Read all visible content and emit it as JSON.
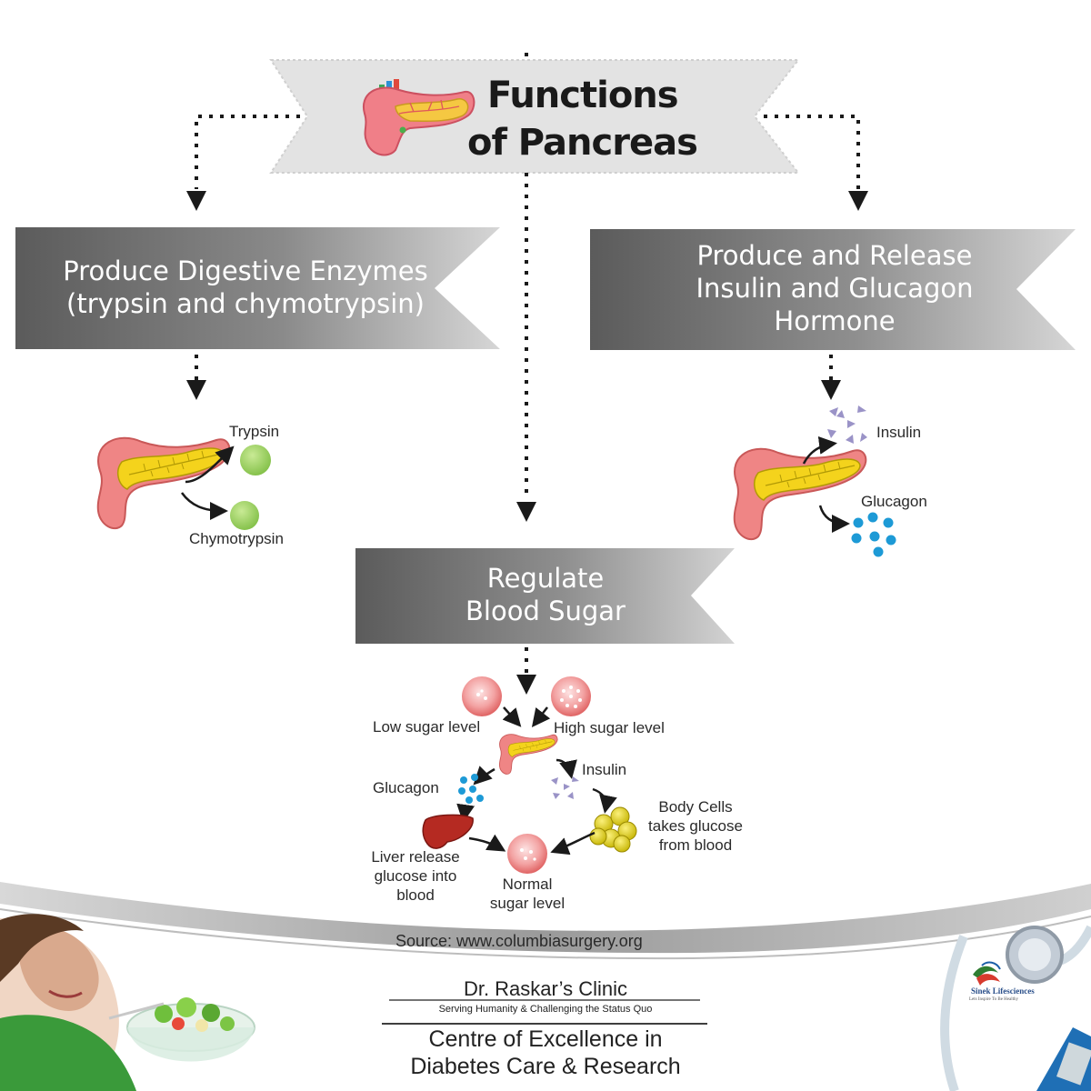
{
  "title": {
    "line1": "Functions",
    "line2": "of Pancreas"
  },
  "branches": {
    "left": {
      "line1": "Produce Digestive Enzymes",
      "line2": "(trypsin and chymotrypsin)"
    },
    "right": {
      "line1": "Produce and Release",
      "line2": "Insulin and Glucagon",
      "line3": "Hormone"
    },
    "center": {
      "line1": "Regulate",
      "line2": "Blood Sugar"
    }
  },
  "enzymes": {
    "a": "Trypsin",
    "b": "Chymotrypsin"
  },
  "hormones": {
    "a": "Insulin",
    "b": "Glucagon"
  },
  "cycle": {
    "low": "Low sugar level",
    "high": "High sugar level",
    "glucagon": "Glucagon",
    "insulin": "Insulin",
    "body_cells": [
      "Body Cells",
      "takes glucose",
      "from blood"
    ],
    "liver": [
      "Liver release",
      "glucose into",
      "blood"
    ],
    "normal": [
      "Normal",
      "sugar level"
    ]
  },
  "source": "Source: www.columbiasurgery.org",
  "footer": {
    "clinic": "Dr. Raskar’s Clinic",
    "tagline": "Serving Humanity & Challenging the Status Quo",
    "centre1": "Centre of Excellence in",
    "centre2": "Diabetes Care & Research"
  },
  "logo": {
    "name": "Sinek Lifesciences",
    "tagline": "Lets Inspire To Be Healthy"
  },
  "colors": {
    "banner_dark": "#5e5e5e",
    "banner_light": "#d2d2d2",
    "enzyme_green": "#9ccf5f",
    "glucagon_blue": "#1d9ad6",
    "insulin_violet": "#9a93c7",
    "pancreas_yellow": "#f2d31b",
    "pancreas_pink": "#ee7f80"
  }
}
